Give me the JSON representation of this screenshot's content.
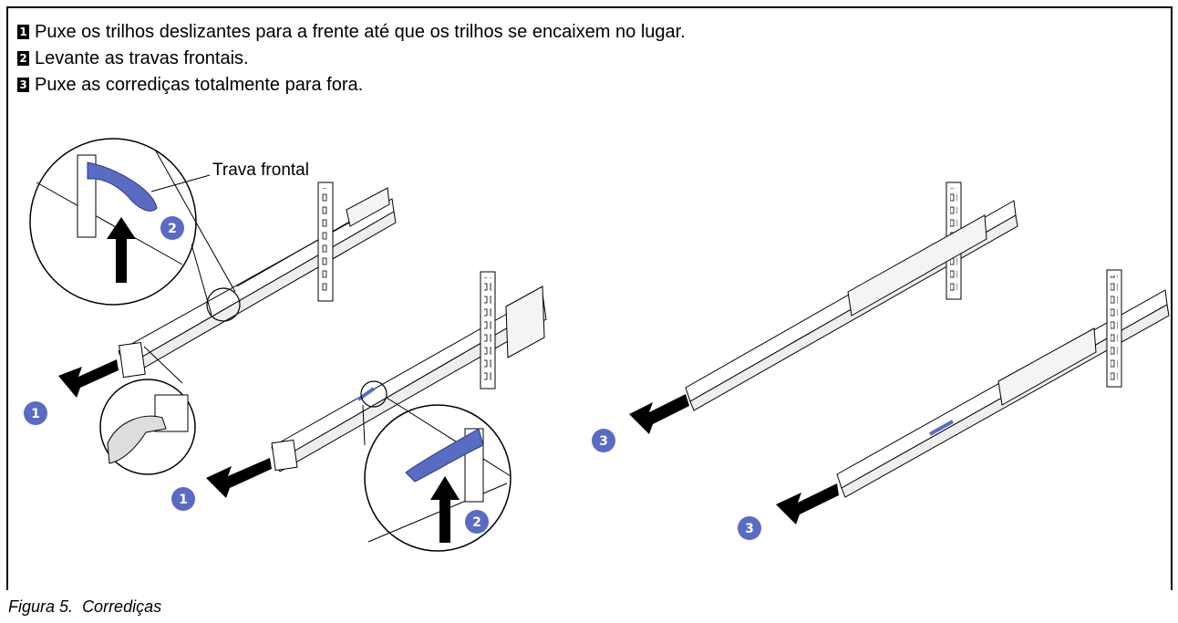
{
  "steps": [
    {
      "number": "1",
      "text": "Puxe os trilhos deslizantes para a frente até que os trilhos se encaixem no lugar."
    },
    {
      "number": "2",
      "text": "Levante as travas frontais."
    },
    {
      "number": "3",
      "text": "Puxe as corrediças totalmente para fora."
    }
  ],
  "illustration": {
    "callout_label": "Trava frontal",
    "markers": [
      "1",
      "1",
      "2",
      "2",
      "3",
      "3"
    ],
    "accent_color": "#5a6bc4"
  },
  "caption": {
    "label": "Figura 5.",
    "title": "Corrediças"
  }
}
